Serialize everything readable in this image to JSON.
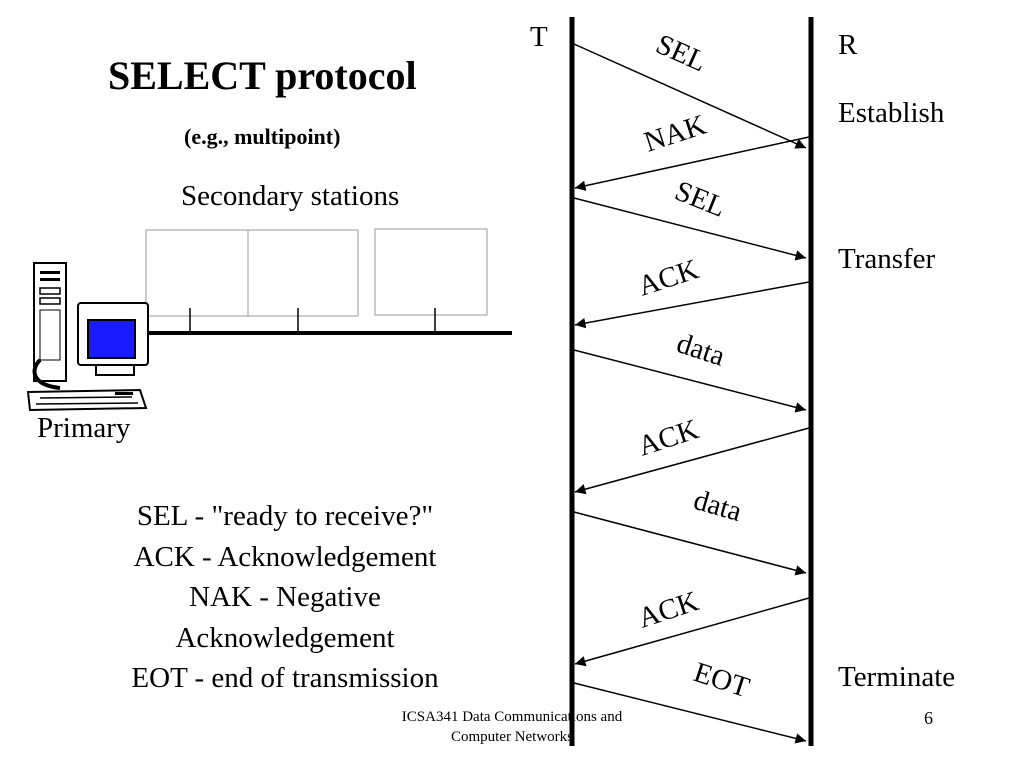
{
  "slide": {
    "title": "SELECT protocol",
    "subtitle": "(e.g., multipoint)",
    "secondary_label": "Secondary stations",
    "primary_label": "Primary",
    "legend": [
      "SEL - \"ready to receive?\"",
      "ACK - Acknowledgement",
      "NAK - Negative",
      "Acknowledgement",
      "EOT - end of transmission"
    ],
    "footer": "ICSA341 Data Communications and Computer Networks",
    "page_number": "6"
  },
  "diagram": {
    "transmitter_label": "T",
    "receiver_label": "R",
    "phases": [
      {
        "label": "Establish"
      },
      {
        "label": "Transfer"
      },
      {
        "label": "Terminate"
      }
    ],
    "messages": [
      {
        "label": "SEL",
        "direction": "T-to-R"
      },
      {
        "label": "NAK",
        "direction": "R-to-T"
      },
      {
        "label": "SEL",
        "direction": "T-to-R"
      },
      {
        "label": "ACK",
        "direction": "R-to-T"
      },
      {
        "label": "data",
        "direction": "T-to-R"
      },
      {
        "label": "ACK",
        "direction": "R-to-T"
      },
      {
        "label": "data",
        "direction": "T-to-R"
      },
      {
        "label": "ACK",
        "direction": "R-to-T"
      },
      {
        "label": "EOT",
        "direction": "T-to-R"
      }
    ]
  }
}
